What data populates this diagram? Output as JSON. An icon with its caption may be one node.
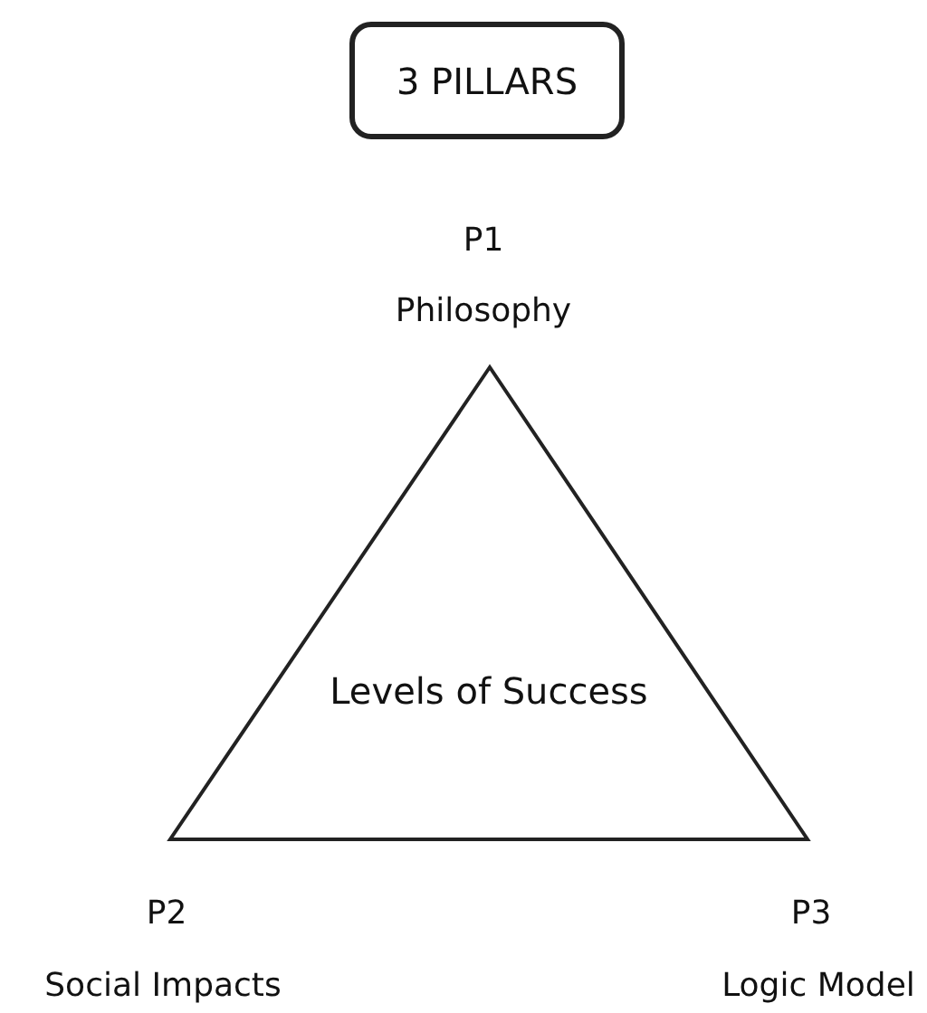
{
  "diagram": {
    "nodes": [
      {
        "text": [
          "3 PILLARS"
        ]
      },
      {
        "text": [
          "Levels of Success"
        ]
      }
    ],
    "labels": [
      "P1",
      "Philosophy",
      "P2",
      "Social Impacts",
      "P3",
      "Logic Model"
    ]
  }
}
